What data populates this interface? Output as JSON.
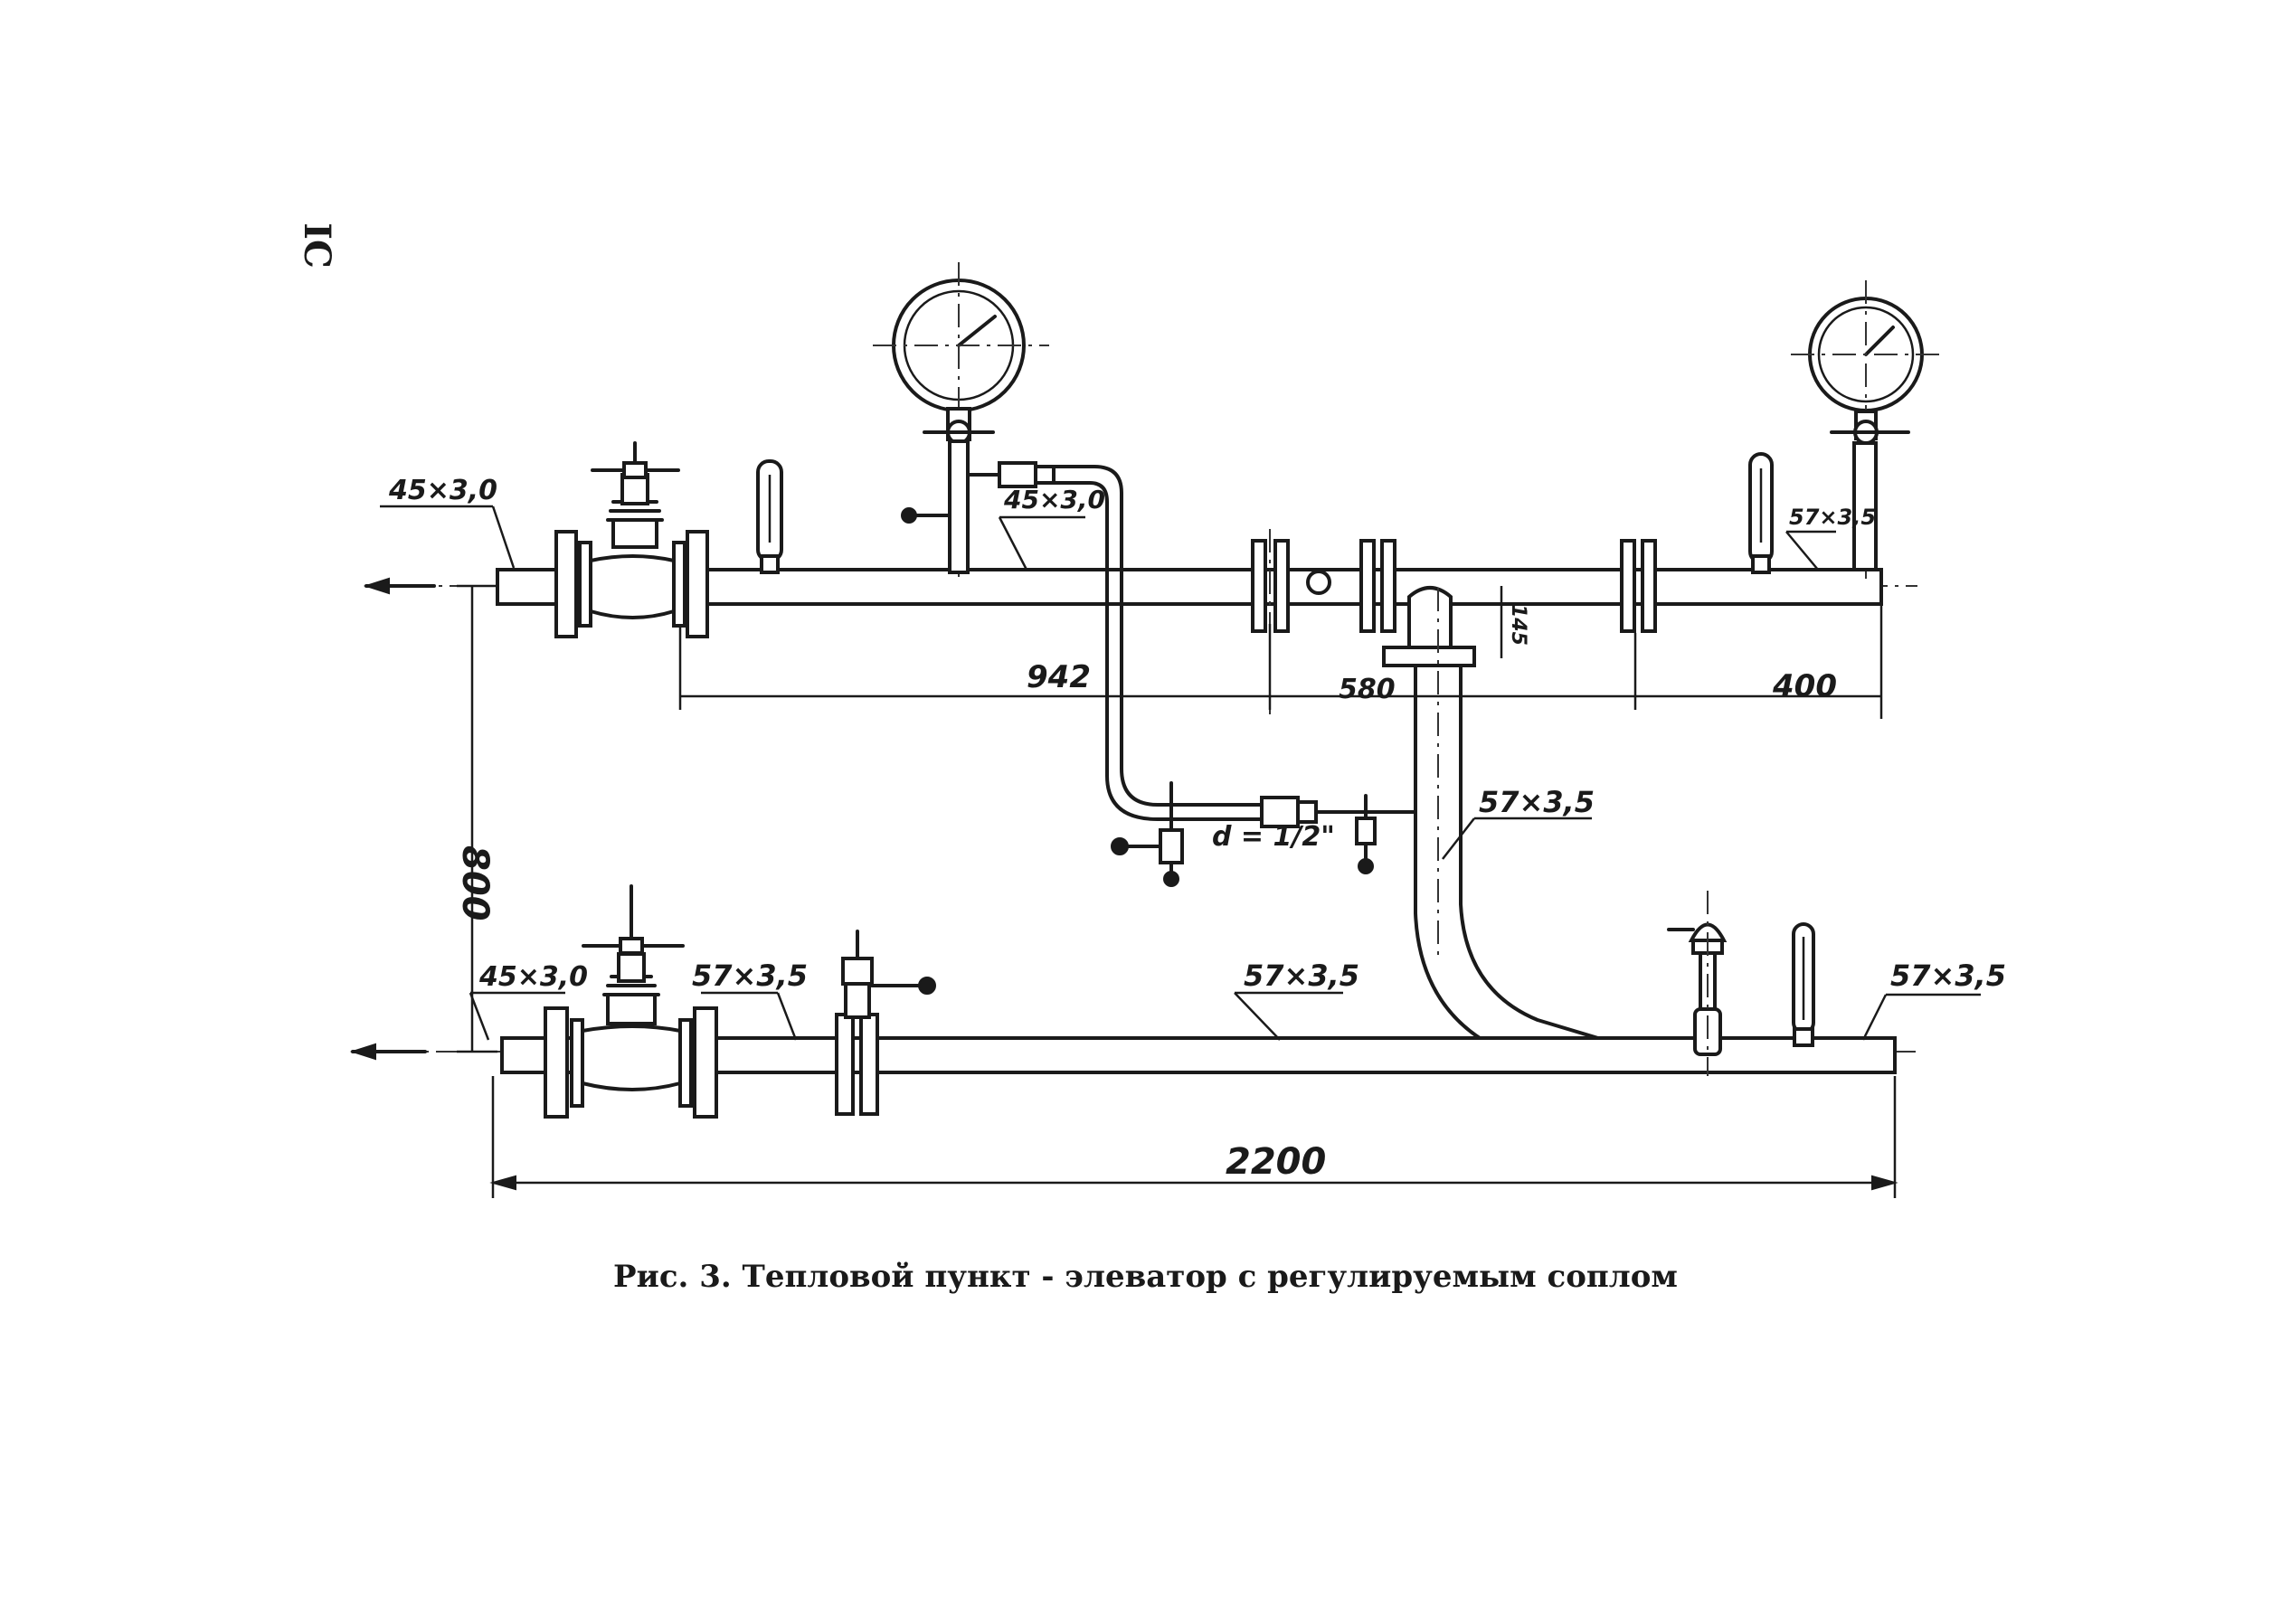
{
  "page_number": "IC",
  "caption": "Рис. 3. Тепловой пункт - элеватор с регулируемым соплом",
  "labels": {
    "supply_inlet_pipe": "45×3,0",
    "supply_gauge_pipe": "45×3,0",
    "supply_outlet_pipe": "57×3,5",
    "mixing_bend_pipe": "57×3,5",
    "return_inlet_pipe": "45×3,0",
    "return_pipe_1": "57×3,5",
    "return_pipe_2": "57×3,5",
    "return_outlet_pipe": "57×3,5",
    "impulse_tube": "d = 1/2\""
  },
  "dimensions": {
    "supply_span_1": "942",
    "supply_span_2": "580",
    "supply_span_3": "400",
    "vertical_spacing": "800",
    "elevator_offset": "145",
    "total_length": "2200"
  }
}
